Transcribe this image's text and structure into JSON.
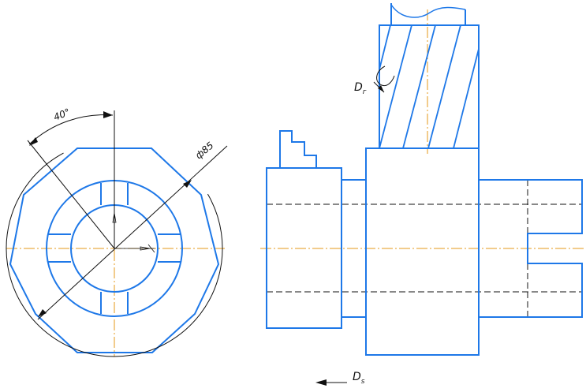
{
  "annotations": {
    "angle": "40°",
    "diameter": "ф85",
    "dg_main": "D",
    "dg_sub": "г",
    "ds_main": "D",
    "ds_sub": "s"
  },
  "colors": {
    "outline": "#1e78e8",
    "centerline": "#e59a1a",
    "dimension": "#111111",
    "hidden": "#111111"
  }
}
